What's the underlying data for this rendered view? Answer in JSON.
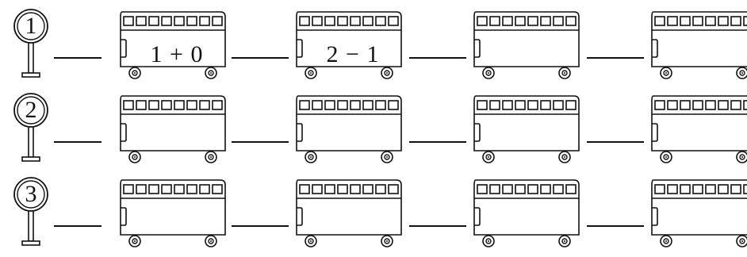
{
  "rows": [
    {
      "stop_number": "1",
      "buses": [
        "1 + 0",
        "2 − 1",
        "",
        ""
      ]
    },
    {
      "stop_number": "2",
      "buses": [
        "",
        "",
        "",
        ""
      ]
    },
    {
      "stop_number": "3",
      "buses": [
        "",
        "",
        "",
        ""
      ]
    }
  ],
  "colors": {
    "ink": "#111111",
    "background": "#ffffff"
  }
}
